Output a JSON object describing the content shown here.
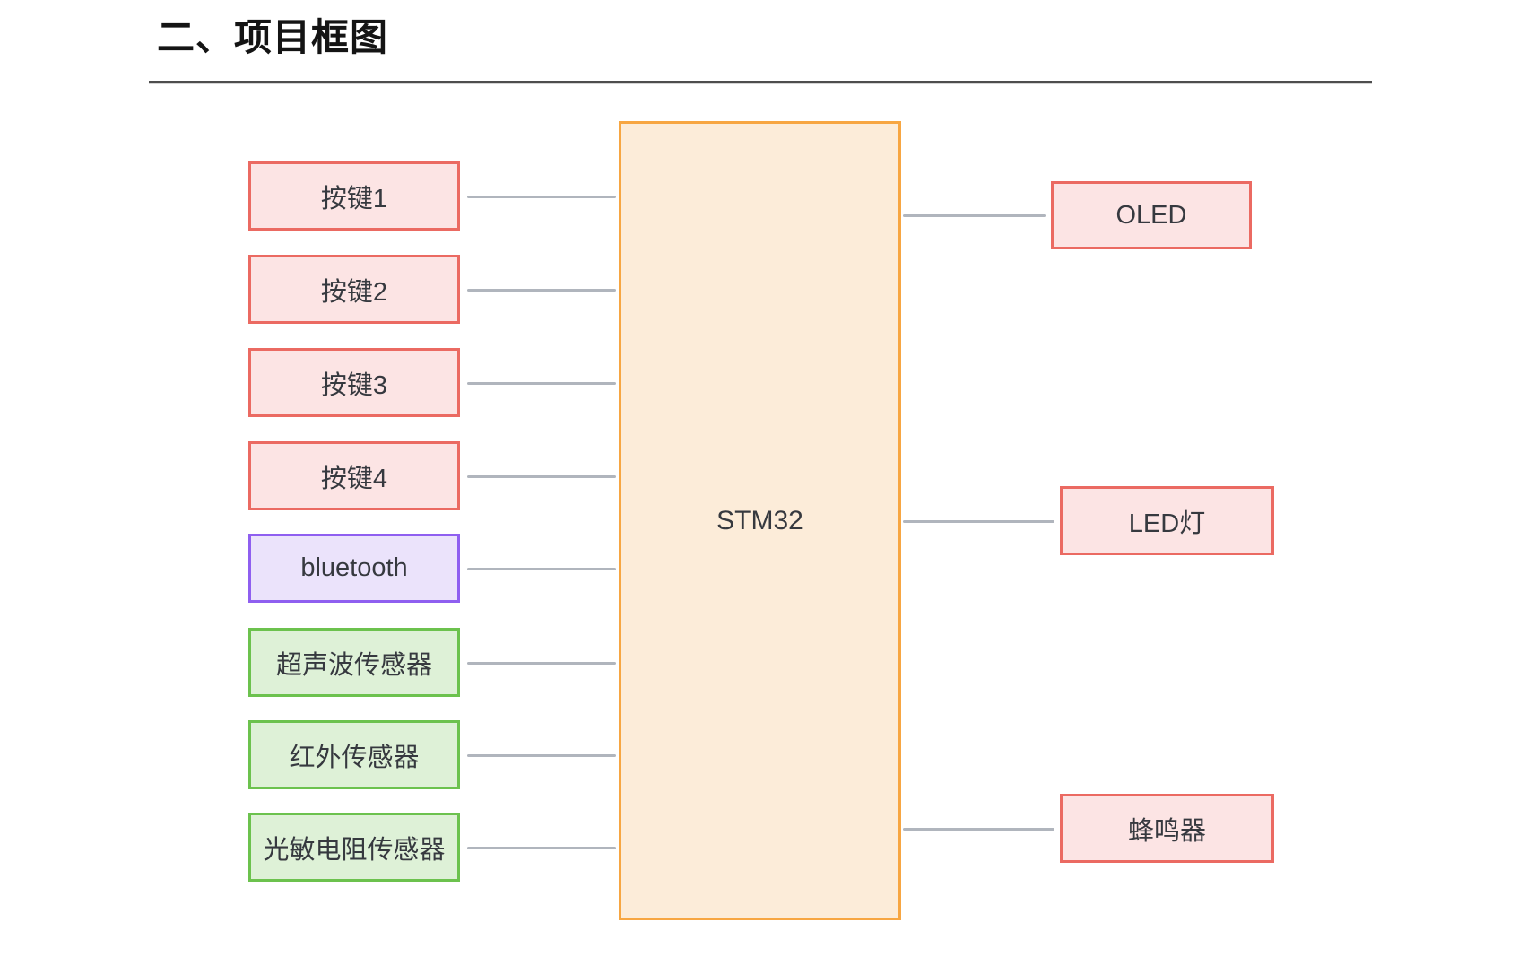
{
  "page": {
    "title": "二、项目框图"
  },
  "colors": {
    "pink_fill": "#fce4e4",
    "pink_border": "#eb6a62",
    "purple_fill": "#ebe3fb",
    "purple_border": "#8f5ff0",
    "green_fill": "#def1d7",
    "green_border": "#6cc24e",
    "orange_fill": "#fcecd9",
    "orange_border": "#f7a642",
    "connector": "#b0b5bd",
    "text": "#36393f"
  },
  "diagram": {
    "center_node": {
      "id": "stm32",
      "label": "STM32",
      "color": "orange"
    },
    "left_nodes": [
      {
        "id": "button-1",
        "label": "按键1",
        "color": "pink"
      },
      {
        "id": "button-2",
        "label": "按键2",
        "color": "pink"
      },
      {
        "id": "button-3",
        "label": "按键3",
        "color": "pink"
      },
      {
        "id": "button-4",
        "label": "按键4",
        "color": "pink"
      },
      {
        "id": "bluetooth",
        "label": "bluetooth",
        "color": "purple"
      },
      {
        "id": "ultrasonic-sensor",
        "label": "超声波传感器",
        "color": "green"
      },
      {
        "id": "infrared-sensor",
        "label": "红外传感器",
        "color": "green"
      },
      {
        "id": "photoresistor-sensor",
        "label": "光敏电阻传感器",
        "color": "green"
      }
    ],
    "right_nodes": [
      {
        "id": "oled",
        "label": "OLED",
        "color": "pink"
      },
      {
        "id": "led",
        "label": "LED灯",
        "color": "pink"
      },
      {
        "id": "buzzer",
        "label": "蜂鸣器",
        "color": "pink"
      }
    ]
  }
}
